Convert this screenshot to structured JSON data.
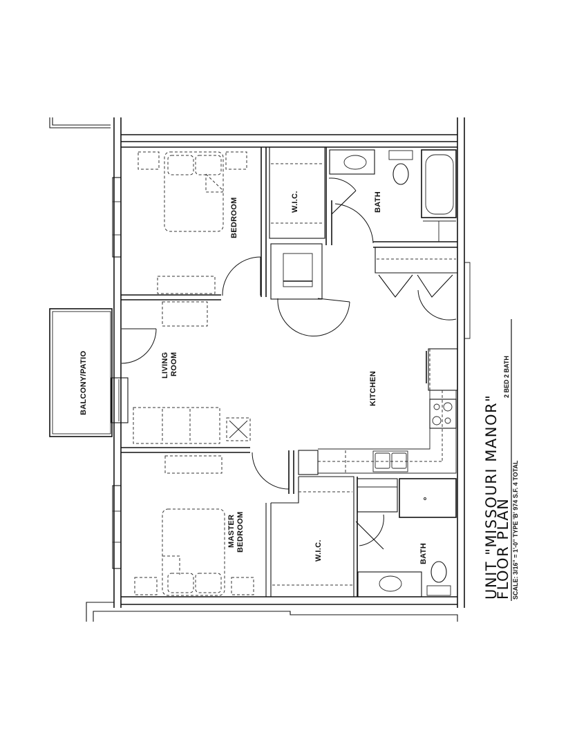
{
  "title_block": {
    "unit_name": "UNIT \"MISSOURI MANOR\"",
    "plan_label": "FLOOR PLAN",
    "unit_type": "2 BED 2 BATH",
    "scale_line": "SCALE: 3/16\" = 1'-0\"   TYPE 'B'   974 S.F.   4 TOTAL"
  },
  "rooms": {
    "bedroom": "BEDROOM",
    "wic_top": "W.I.C.",
    "bath_top": "BATH",
    "balcony": "BALCONY/PATIO",
    "living_line1": "LIVING",
    "living_line2": "ROOM",
    "kitchen": "KITCHEN",
    "master_line1": "MASTER",
    "master_line2": "BEDROOM",
    "wic_bottom": "W.I.C.",
    "bath_bottom": "BATH"
  },
  "colors": {
    "ink": "#111111",
    "background": "#ffffff"
  }
}
